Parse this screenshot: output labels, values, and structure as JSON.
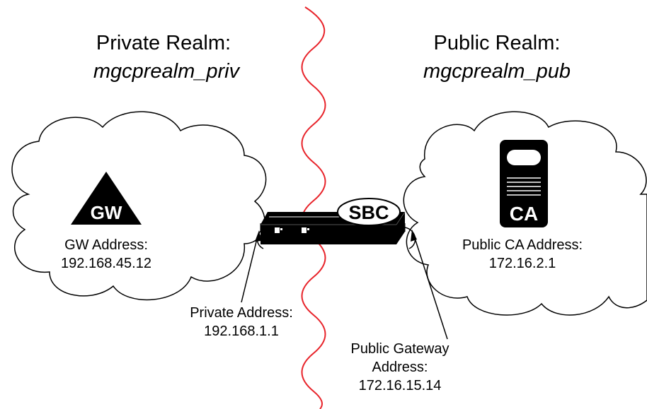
{
  "left_realm": {
    "title": "Private Realm:",
    "name": "mgcprealm_priv"
  },
  "right_realm": {
    "title": "Public Realm:",
    "name": "mgcprealm_pub"
  },
  "gateway": {
    "badge": "GW",
    "address_label": "GW Address:",
    "address": "192.168.45.12"
  },
  "call_agent": {
    "badge": "CA",
    "address_label": "Public CA Address:",
    "address": "172.16.2.1"
  },
  "sbc": {
    "label": "SBC"
  },
  "private_interface": {
    "label": "Private Address:",
    "address": "192.168.1.1"
  },
  "public_interface": {
    "label_line1": "Public Gateway",
    "label_line2": "Address:",
    "address": "172.16.15.14"
  },
  "colors": {
    "boundary": "#e8232a",
    "device": "#000000",
    "background": "#ffffff"
  }
}
